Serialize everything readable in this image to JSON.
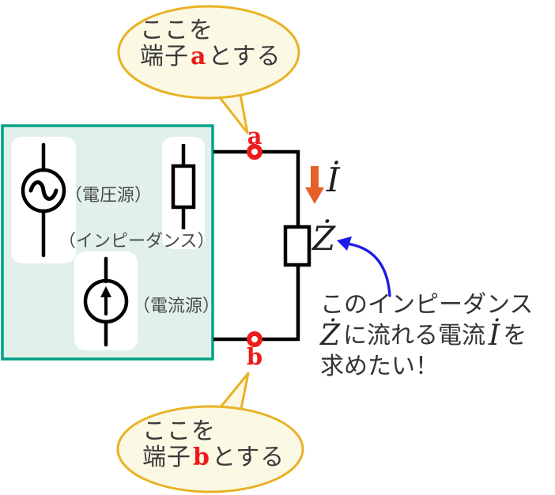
{
  "bubble_top": {
    "line1": "ここを",
    "line2_prefix": "端子",
    "terminal": "a",
    "line2_suffix": "とする"
  },
  "bubble_bottom": {
    "line1": "ここを",
    "line2_prefix": "端子",
    "terminal": "b",
    "line2_suffix": "とする"
  },
  "source_box": {
    "voltage_label": "（電圧源）",
    "impedance_label": "（インピーダンス）",
    "current_label": "（電流源）"
  },
  "circuit": {
    "terminal_a": "a",
    "terminal_b": "b",
    "current_symbol": "İ",
    "impedance_symbol": "Ż"
  },
  "annotation": {
    "line1": "このインピーダンス",
    "line2_z": "Ż",
    "line2_mid": "に流れる電流",
    "line2_i": "İ",
    "line2_end": "を",
    "line3": "求めたい！"
  },
  "colors": {
    "bubble_border": "#e9b225",
    "bubble_fill": "#fbf8e4",
    "box_border": "#00a287",
    "box_fill": "#e1f1ea",
    "wire_black": "#000000",
    "terminal_red": "#ed1c1c",
    "arrow_orange": "#e75f2b",
    "arrow_blue": "#1c1ce8",
    "text_dark": "#333333"
  }
}
